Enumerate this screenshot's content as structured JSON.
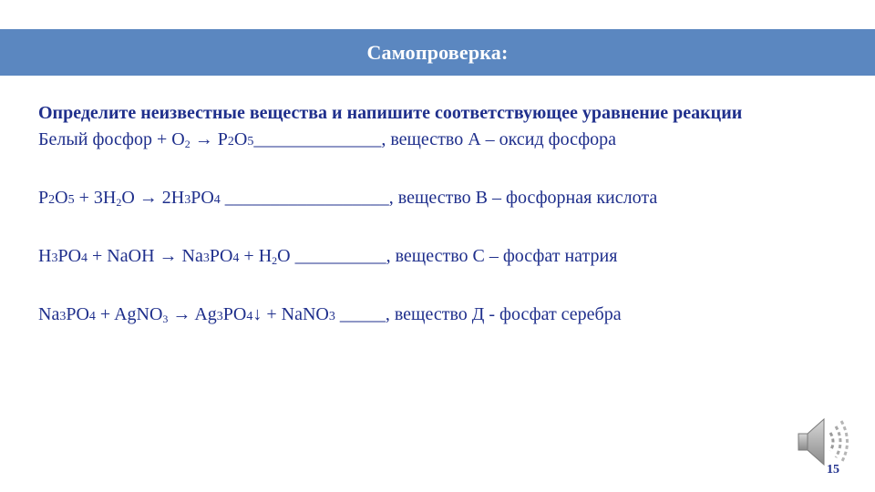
{
  "slide": {
    "title": "Самопроверка:",
    "task": "Определите неизвестные вещества и напишите соответствующее уравнение реакции",
    "lines": [
      {
        "a": "Белый  фосфор + O",
        "b": "2",
        "c": " → P",
        "d": "2",
        "e": "O",
        "f": "5",
        "g": "______________, вещество А – оксид фосфора"
      },
      {
        "a": "P",
        "b": "2",
        "c": "O",
        "d": "5",
        "e": " + 3H",
        "f": "2",
        "g": "O → 2H",
        "h": "3",
        "i": "PO",
        "j": "4",
        "k": " __________________, вещество В – фосфорная кислота"
      },
      {
        "a": "H",
        "b": "3",
        "c": "PO",
        "d": "4",
        "e": " + NaOH → Na",
        "f": "3",
        "g": "PO",
        "h": "4",
        "i": " + H",
        "j": "2",
        "k": "O __________, вещество С – фосфат натрия"
      },
      {
        "a": "Na",
        "b": "3",
        "c": "PO",
        "d": "4",
        "e": " + AgNO",
        "f": "3",
        "g": " → Ag",
        "h": "3",
        "i": "PO",
        "j": "4",
        "k": "↓ + NaNO",
        "l": "3",
        "m": " _____, вещество Д - фосфат серебра"
      }
    ],
    "page_number": "15",
    "icons": {
      "audio": "speaker-icon"
    },
    "colors": {
      "title_bar": "#5b87c0",
      "text": "#1f2f8c"
    }
  }
}
